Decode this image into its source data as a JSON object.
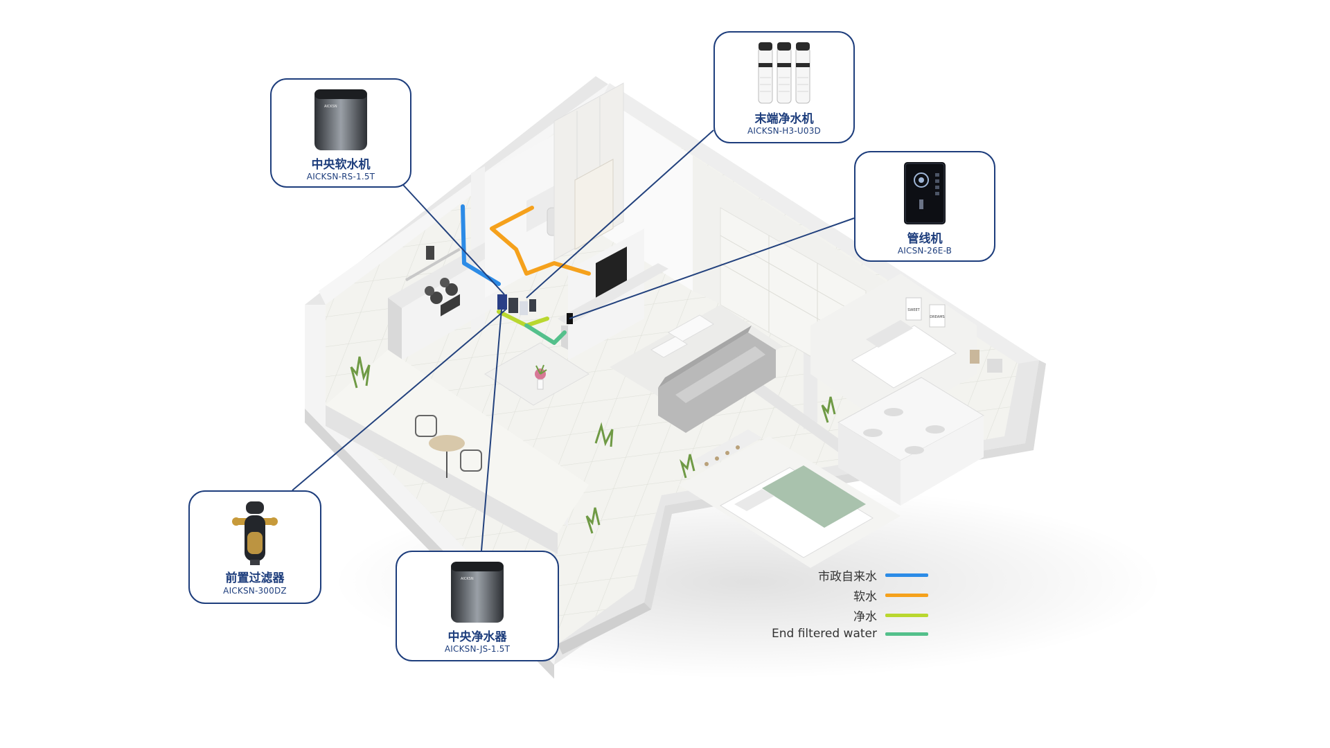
{
  "products": [
    {
      "id": "softener",
      "name": "中央软水机",
      "model": "AICKSN-RS-1.5T",
      "device_label": "AICKSN"
    },
    {
      "id": "terminal",
      "name": "末端净水机",
      "model": "AICKSN-H3-U03D"
    },
    {
      "id": "pipeline",
      "name": "管线机",
      "model": "AICSN-26E-B"
    },
    {
      "id": "prefilter",
      "name": "前置过滤器",
      "model": "AICKSN-300DZ"
    },
    {
      "id": "purifier",
      "name": "中央净水器",
      "model": "AICKSN-JS-1.5T",
      "device_label": "AICKSN"
    }
  ],
  "legend": [
    {
      "label": "市政自来水",
      "color": "#2c8be6"
    },
    {
      "label": "软水",
      "color": "#f5a11c"
    },
    {
      "label": "净水",
      "color": "#b9d72f"
    },
    {
      "label": "End filtered water",
      "color": "#54c08b"
    }
  ],
  "colors": {
    "accent": "#1d3d7c",
    "callout_line": "#22417d"
  },
  "wall_art": [
    "SWEET",
    "DREAMS"
  ]
}
